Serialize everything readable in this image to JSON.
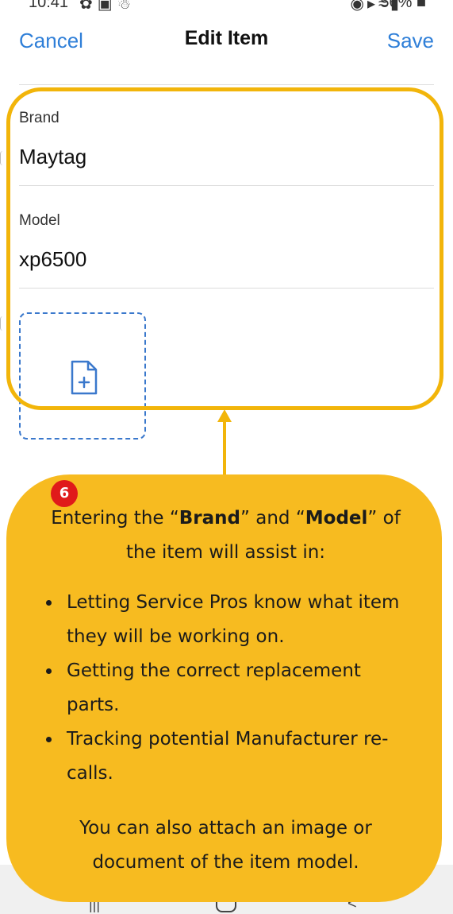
{
  "status_bar": {
    "time": "10:41",
    "battery": "56%"
  },
  "header": {
    "cancel_label": "Cancel",
    "title": "Edit Item",
    "save_label": "Save"
  },
  "form": {
    "brand": {
      "label": "Brand",
      "value": "Maytag"
    },
    "model": {
      "label": "Model",
      "value": "xp6500"
    }
  },
  "callout": {
    "step_number": "6",
    "intro_prefix": "Entering the “",
    "intro_brand": "Brand",
    "intro_middle": "” and “",
    "intro_model": "Model",
    "intro_suffix": "” of the item will assist in:",
    "bullets": [
      "Letting Service Pros know what item they will be working on.",
      "Getting the correct replacement parts.",
      "Tracking potential Manufacturer re-calls."
    ],
    "closing": "You can also attach an image or document of the item model."
  },
  "colors": {
    "accent": "#2f7fd8",
    "highlight": "#f2b50a",
    "callout_bg": "#f7bb20",
    "badge": "#e01a1a"
  }
}
